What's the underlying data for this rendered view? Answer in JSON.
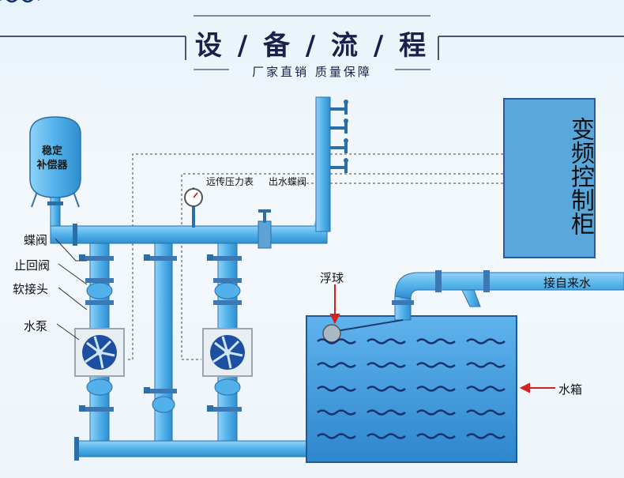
{
  "header": {
    "title": "设 / 备 / 流 / 程",
    "subtitle": "厂家直销 质量保障"
  },
  "labels": {
    "pressure_tank": "稳定补偿器",
    "pressure_tank_line1": "稳定",
    "pressure_tank_line2": "补偿器",
    "pressure_gauge": "远传压力表",
    "outlet_valve": "出水蝶阀",
    "control_cabinet": "变频控制柜",
    "butterfly_valve": "蝶阀",
    "check_valve": "止回阀",
    "soft_joint": "软接头",
    "water_pump": "水泵",
    "float_ball": "浮球",
    "water_inlet": "接自来水",
    "water_tank": "水箱"
  },
  "colors": {
    "pipe": "#52b1ea",
    "pipe_stroke": "#2a6fa8",
    "tank": "#3d94d8",
    "cabinet": "#5aa7dc",
    "title": "#1b1f4a",
    "arrow": "#d32222"
  }
}
